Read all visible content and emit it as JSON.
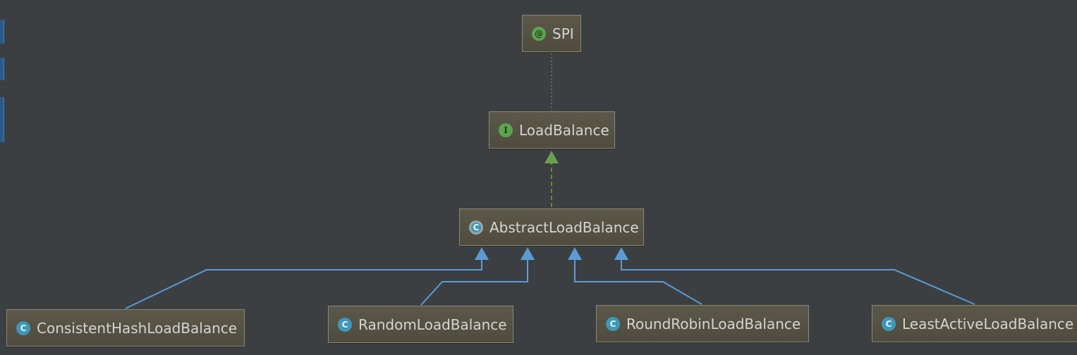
{
  "diagram": {
    "nodes": {
      "spi": {
        "label": "SPI",
        "kind": "annotation",
        "icon": "@"
      },
      "load_balance": {
        "label": "LoadBalance",
        "kind": "interface",
        "icon": "I"
      },
      "abstract_load_balance": {
        "label": "AbstractLoadBalance",
        "kind": "abstract-class",
        "icon": "C"
      },
      "consistent_hash": {
        "label": "ConsistentHashLoadBalance",
        "kind": "class",
        "icon": "C"
      },
      "random": {
        "label": "RandomLoadBalance",
        "kind": "class",
        "icon": "C"
      },
      "round_robin": {
        "label": "RoundRobinLoadBalance",
        "kind": "class",
        "icon": "C"
      },
      "least_active": {
        "label": "LeastActiveLoadBalance",
        "kind": "class",
        "icon": "C"
      }
    },
    "edges": [
      {
        "from": "load_balance",
        "to": "spi",
        "type": "annotated-with"
      },
      {
        "from": "abstract_load_balance",
        "to": "load_balance",
        "type": "implements"
      },
      {
        "from": "consistent_hash",
        "to": "abstract_load_balance",
        "type": "extends"
      },
      {
        "from": "random",
        "to": "abstract_load_balance",
        "type": "extends"
      },
      {
        "from": "round_robin",
        "to": "abstract_load_balance",
        "type": "extends"
      },
      {
        "from": "least_active",
        "to": "abstract_load_balance",
        "type": "extends"
      }
    ],
    "colors": {
      "background": "#3c3f41",
      "node_fill": "#56523f",
      "node_border": "#8a8677",
      "extends_edge": "#5b9bd5",
      "implements_edge": "#6a9f52",
      "annotation_edge": "#6f7a5e"
    }
  }
}
